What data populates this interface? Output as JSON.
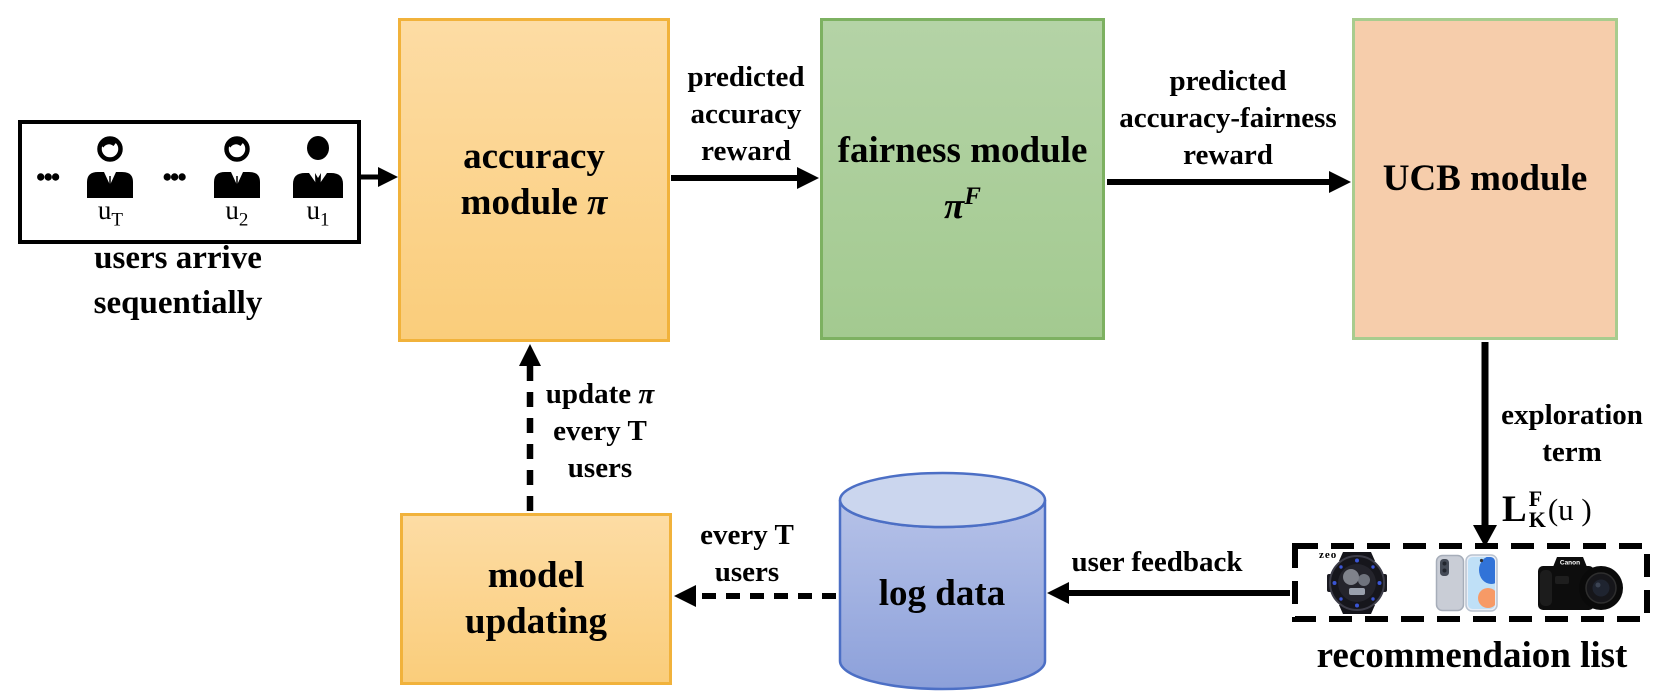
{
  "users_box": {
    "ellipsis": "•••",
    "users": [
      {
        "label": "u",
        "sub": "T"
      },
      {
        "label": "u",
        "sub": "2"
      },
      {
        "label": "u",
        "sub": "1"
      }
    ],
    "caption_line1": "users arrive",
    "caption_line2": "sequentially"
  },
  "modules": {
    "accuracy": {
      "line1": "accuracy",
      "line2_prefix": "module ",
      "symbol": "π"
    },
    "fairness": {
      "line1": "fairness module",
      "symbol": "π",
      "sup": "F"
    },
    "ucb": {
      "label": "UCB module"
    },
    "model_updating": {
      "line1": "model",
      "line2": "updating"
    },
    "log_data": {
      "label": "log data"
    }
  },
  "recommendation": {
    "caption": "recommendaion list",
    "watch_brand": "zeo",
    "camera_brand": "Canon"
  },
  "labels": {
    "predicted_accuracy": [
      "predicted",
      "accuracy",
      "reward"
    ],
    "predicted_accuracy_fairness": [
      "predicted",
      "accuracy-fairness",
      "reward"
    ],
    "exploration": [
      "exploration",
      "term"
    ],
    "user_feedback": "user feedback",
    "every_t": [
      "every T",
      "users"
    ],
    "update_pi": {
      "prefix": "update ",
      "symbol": "π",
      "line2": "every T",
      "line3": "users"
    },
    "formula": {
      "main": "L",
      "sup": "F",
      "sub": "K",
      "rest": "(u )"
    }
  },
  "colors": {
    "module_yellow": "#FACD7B",
    "module_yellow_border": "#F1B23B",
    "module_green": "#A8CE97",
    "module_green_border": "#7DB161",
    "module_peach": "#F6CDAB",
    "module_peach_border": "#A8CC8E",
    "cylinder_blue": "#9BACDF",
    "cylinder_blue_border": "#4C6FC5",
    "arrow_black": "#000000"
  }
}
